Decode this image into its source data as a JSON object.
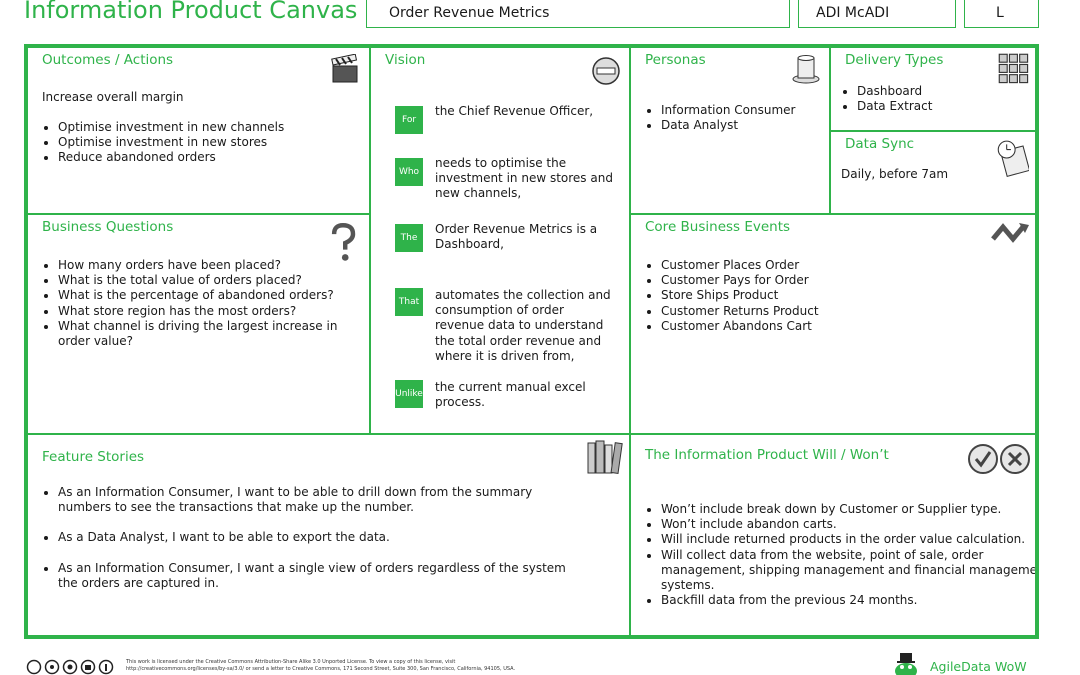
{
  "header": {
    "title": "Information Product Canvas",
    "product_name": "Order Revenue Metrics",
    "author": "ADI McADI",
    "size": "L"
  },
  "outcomes": {
    "heading": "Outcomes / Actions",
    "icon": "clapperboard-icon",
    "lead": "Increase overall margin",
    "items": [
      "Optimise investment in new channels",
      "Optimise investment in new stores",
      "Reduce abandoned orders"
    ]
  },
  "vision": {
    "heading": "Vision",
    "icon": "no-entry-icon",
    "rows": [
      {
        "tag": "For",
        "text": "the Chief Revenue Officer,"
      },
      {
        "tag": "Who",
        "text": "needs to optimise the investment in new stores and new channels,"
      },
      {
        "tag": "The",
        "text": "Order Revenue Metrics is a Dashboard,"
      },
      {
        "tag": "That",
        "text": "automates the collection and consumption of order revenue data to understand the total order revenue and where it is driven from,"
      },
      {
        "tag": "Unlike",
        "text": "the current manual excel process."
      }
    ]
  },
  "personas": {
    "heading": "Personas",
    "icon": "top-hat-icon",
    "items": [
      "Information Consumer",
      "Data Analyst"
    ]
  },
  "delivery": {
    "heading": "Delivery Types",
    "icon": "grid-icon",
    "items": [
      "Dashboard",
      "Data Extract"
    ]
  },
  "datasync": {
    "heading": "Data Sync",
    "icon": "clock-calendar-icon",
    "text": "Daily, before 7am"
  },
  "questions": {
    "heading": "Business Questions",
    "icon": "question-mark-icon",
    "items": [
      "How many orders have been placed?",
      "What is the total value of orders placed?",
      "What is the percentage of abandoned orders?",
      "What store region has the most orders?",
      "What channel is driving the largest increase in order value?"
    ]
  },
  "events": {
    "heading": "Core Business Events",
    "icon": "arrows-icon",
    "items": [
      "Customer Places Order",
      "Customer Pays for Order",
      "Store Ships Product",
      "Customer Returns Product",
      "Customer Abandons Cart"
    ]
  },
  "features": {
    "heading": "Feature Stories",
    "icon": "books-icon",
    "items": [
      "As an Information Consumer, I want to be able to drill down from the summary numbers to see the transactions that make up the number.",
      "As a Data Analyst, I want to be able to export the data.",
      "As an Information Consumer, I want a single view of orders regardless of the system the orders are captured in."
    ]
  },
  "willwont": {
    "heading": "The Information Product Will / Won’t",
    "icon": "check-cross-icon",
    "items": [
      "Won’t include break down by Customer or Supplier type.",
      "Won’t include abandon carts.",
      "Will include returned products in the order value calculation.",
      "Will collect data from the website, point of sale, order management, shipping management and financial management systems.",
      "Backfill data from the previous 24 months."
    ]
  },
  "footer": {
    "license_line1": "This work is licensed under the Creative Commons Attribution-Share Alike 3.0 Unported License. To view a copy of this license, visit",
    "license_line2": "http://creativecommons.org/licenses/by-sa/3.0/ or send a letter to Creative Commons, 171 Second Street, Suite 300, San Francisco, California, 94105, USA.",
    "brand": "AgileData WoW"
  },
  "colors": {
    "accent": "#2fb34a",
    "text": "#1a1a1a"
  }
}
